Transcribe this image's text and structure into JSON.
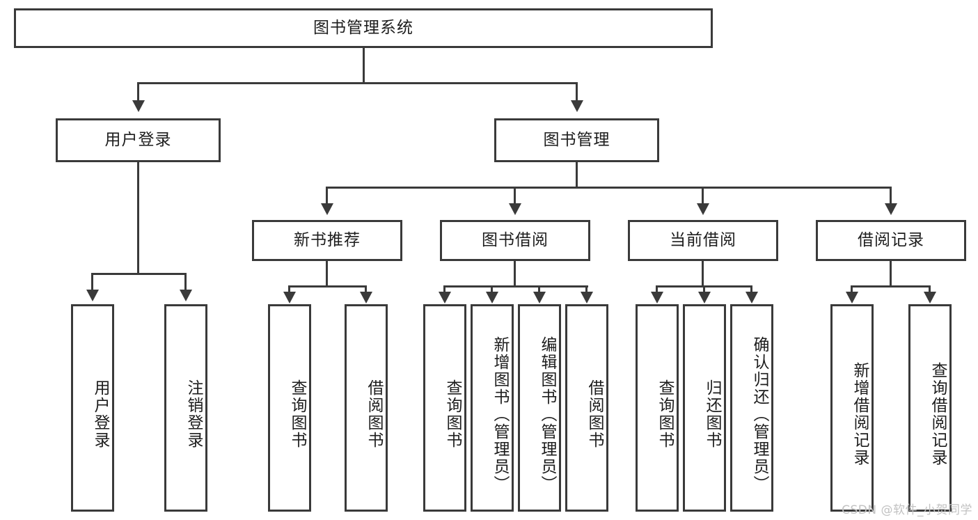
{
  "diagram": {
    "title": "图书管理系统",
    "type": "hierarchy-tree",
    "root": {
      "label": "图书管理系统"
    },
    "level2": [
      {
        "label": "用户登录"
      },
      {
        "label": "图书管理"
      }
    ],
    "level3": [
      {
        "label": "新书推荐"
      },
      {
        "label": "图书借阅"
      },
      {
        "label": "当前借阅"
      },
      {
        "label": "借阅记录"
      }
    ],
    "leaves_user_login": [
      {
        "label": "用户登录"
      },
      {
        "label": "注销登录"
      }
    ],
    "leaves_new_book": [
      {
        "label": "查询图书"
      },
      {
        "label": "借阅图书"
      }
    ],
    "leaves_borrow": [
      {
        "label": "查询图书"
      },
      {
        "label": "新增图书（管理员）"
      },
      {
        "label": "编辑图书（管理员）"
      },
      {
        "label": "借阅图书"
      }
    ],
    "leaves_current": [
      {
        "label": "查询图书"
      },
      {
        "label": "归还图书"
      },
      {
        "label": "确认归还（管理员）"
      }
    ],
    "leaves_records": [
      {
        "label": "新增借阅记录"
      },
      {
        "label": "查询借阅记录"
      }
    ]
  },
  "watermark": {
    "text": "CSDN @软件_小贺同学"
  },
  "colors": {
    "stroke": "#3a3a3a",
    "text": "#1d1d1d",
    "background": "#ffffff",
    "watermark": "#c2c2c2"
  }
}
